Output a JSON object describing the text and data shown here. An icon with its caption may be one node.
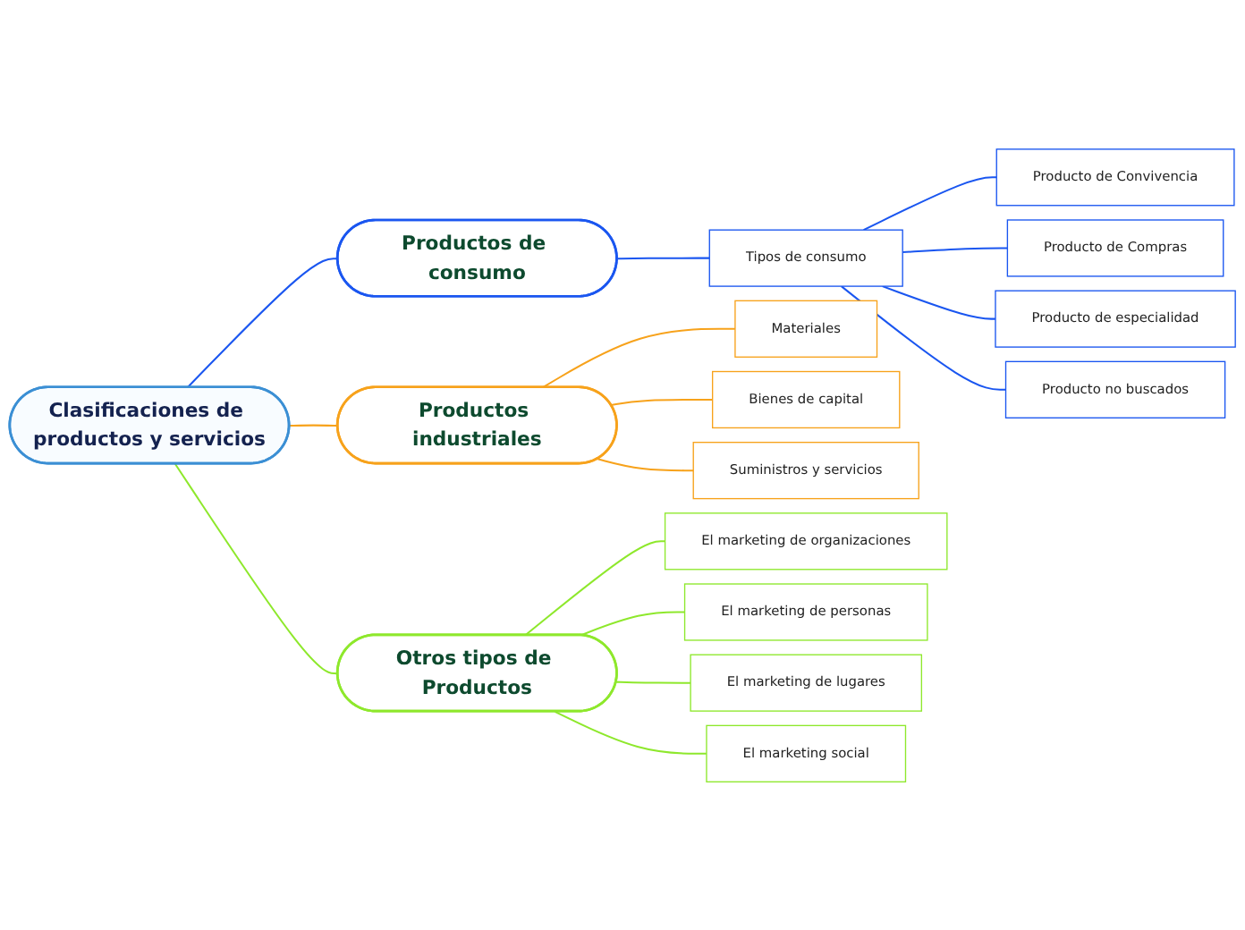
{
  "diagram": {
    "nodes": [
      {
        "text": [
          "Clasificaciones de productos y servicios"
        ]
      },
      {
        "text": [
          "Productos de consumo"
        ]
      },
      {
        "text": [
          "Tipos de consumo"
        ]
      },
      {
        "text": [
          "Producto de Convivencia"
        ]
      },
      {
        "text": [
          "Producto de Compras"
        ]
      },
      {
        "text": [
          "Producto de especialidad"
        ]
      },
      {
        "text": [
          "Producto no buscados"
        ]
      },
      {
        "text": [
          "Productos industriales"
        ]
      },
      {
        "text": [
          "Materiales"
        ]
      },
      {
        "text": [
          "Bienes de capital"
        ]
      },
      {
        "text": [
          "Suministros y servicios"
        ]
      },
      {
        "text": [
          "Otros tipos de Productos"
        ]
      },
      {
        "text": [
          "El marketing de organizaciones"
        ]
      },
      {
        "text": [
          "El marketing de personas"
        ]
      },
      {
        "text": [
          "El marketing de lugares"
        ]
      },
      {
        "text": [
          "El marketing social"
        ]
      }
    ],
    "edges": [
      {
        "from": 0,
        "to": 1,
        "arrow": "none"
      },
      {
        "from": 1,
        "to": 2,
        "arrow": "none"
      },
      {
        "from": 2,
        "to": 3,
        "arrow": "none"
      },
      {
        "from": 2,
        "to": 4,
        "arrow": "none"
      },
      {
        "from": 2,
        "to": 5,
        "arrow": "none"
      },
      {
        "from": 2,
        "to": 6,
        "arrow": "none"
      },
      {
        "from": 0,
        "to": 7,
        "arrow": "none",
        "color": "#f7a21b"
      },
      {
        "from": 7,
        "to": 8,
        "arrow": "none",
        "color": "#f7a21b"
      },
      {
        "from": 7,
        "to": 9,
        "arrow": "none",
        "color": "#f7a21b"
      },
      {
        "from": 7,
        "to": 10,
        "arrow": "none",
        "color": "#f7a21b"
      },
      {
        "from": 0,
        "to": 11,
        "arrow": "none",
        "color": "#8ee82c"
      },
      {
        "from": 11,
        "to": 12,
        "arrow": "none",
        "color": "#8ee82c"
      },
      {
        "from": 11,
        "to": 13,
        "arrow": "none",
        "color": "#8ee82c"
      },
      {
        "from": 11,
        "to": 14,
        "arrow": "none",
        "color": "#8ee82c"
      },
      {
        "from": 11,
        "to": 15,
        "arrow": "none",
        "color": "#8ee82c"
      }
    ]
  }
}
